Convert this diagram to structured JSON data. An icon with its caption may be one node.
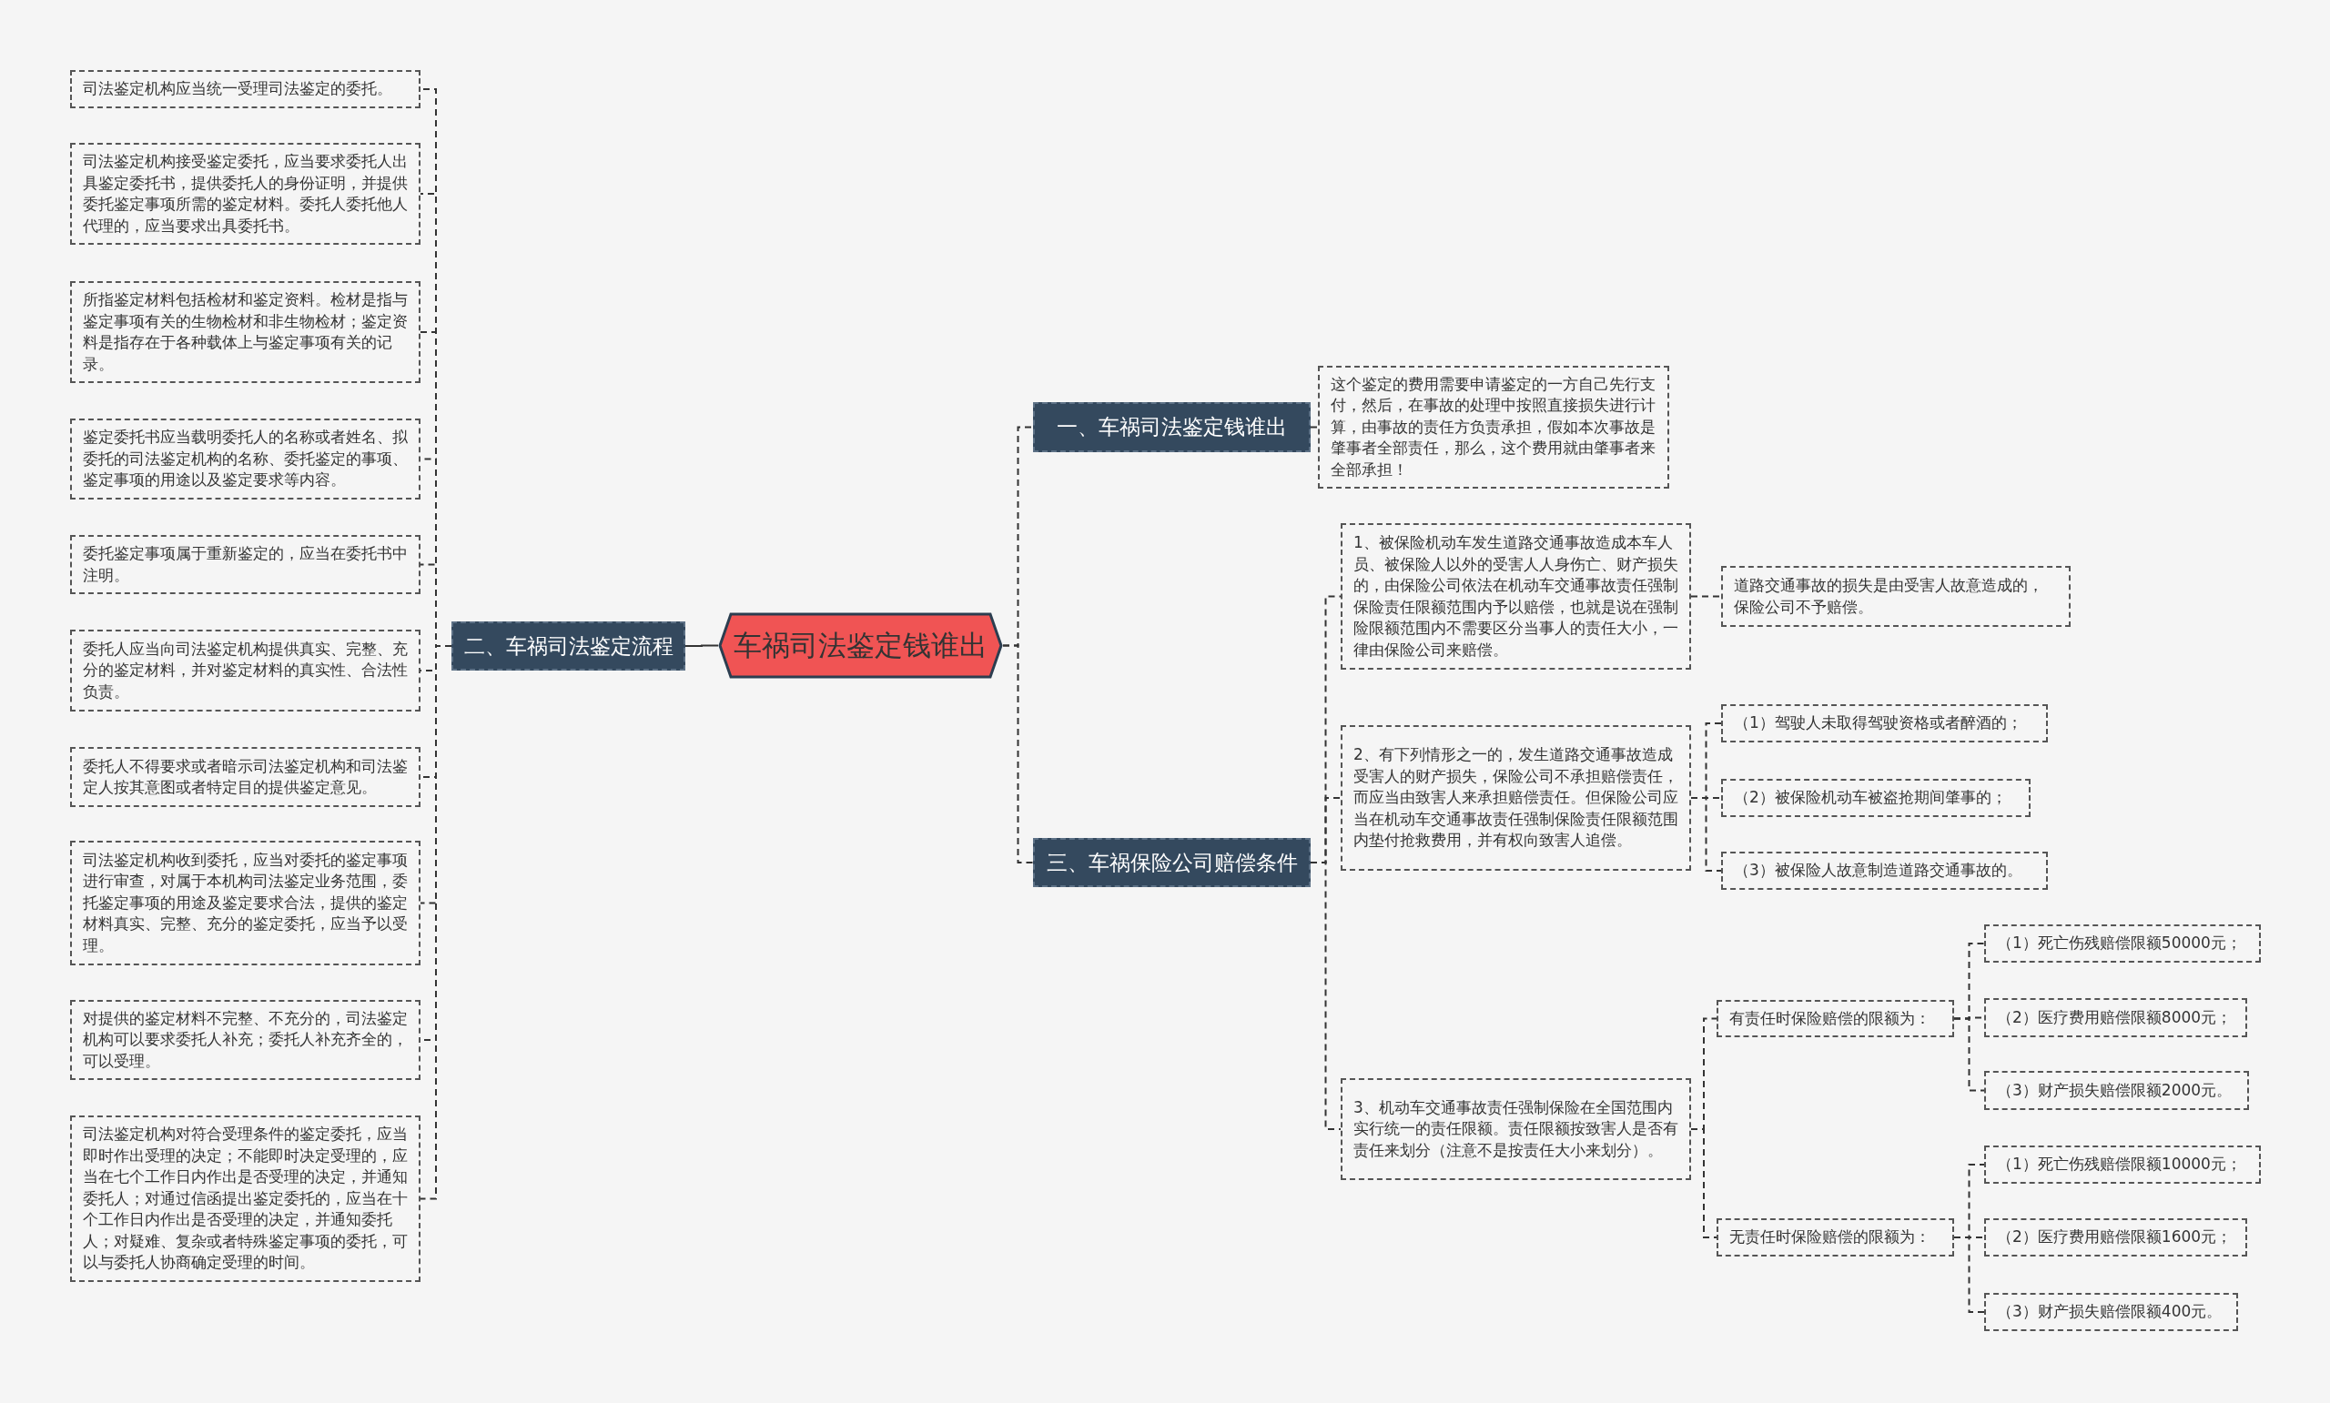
{
  "diagram": {
    "nodes": [
      {
        "text": [
          "车祸司法鉴定钱谁出"
        ]
      },
      {
        "text": [
          "一、车祸司法鉴定钱谁出"
        ]
      },
      {
        "text": [
          "二、车祸司法鉴定流程"
        ]
      },
      {
        "text": [
          "三、车祸保险公司赔偿条件"
        ]
      },
      {
        "text": [
          "这个鉴定的费用需要申请鉴定的一方自己先行支付，然后，在事故的处理中按照直接损失进行计算，由事故的责任方负责承担，假如本次事故是肇事者全部责任，那么，这个费用就由肇事者来全部承担！"
        ]
      },
      {
        "text": [
          "司法鉴定机构应当统一受理司法鉴定的委托。"
        ]
      },
      {
        "text": [
          "司法鉴定机构接受鉴定委托，应当要求委托人出具鉴定委托书，提供委托人的身份证明，并提供委托鉴定事项所需的鉴定材料。委托人委托他人代理的，应当要求出具委托书。"
        ]
      },
      {
        "text": [
          "所指鉴定材料包括检材和鉴定资料。检材是指与鉴定事项有关的生物检材和非生物检材；鉴定资料是指存在于各种载体上与鉴定事项有关的记录。"
        ]
      },
      {
        "text": [
          "鉴定委托书应当载明委托人的名称或者姓名、拟委托的司法鉴定机构的名称、委托鉴定的事项、鉴定事项的用途以及鉴定要求等内容。"
        ]
      },
      {
        "text": [
          "委托鉴定事项属于重新鉴定的，应当在委托书中注明。"
        ]
      },
      {
        "text": [
          "委托人应当向司法鉴定机构提供真实、完整、充分的鉴定材料，并对鉴定材料的真实性、合法性负责。"
        ]
      },
      {
        "text": [
          "委托人不得要求或者暗示司法鉴定机构和司法鉴定人按其意图或者特定目的提供鉴定意见。"
        ]
      },
      {
        "text": [
          "司法鉴定机构收到委托，应当对委托的鉴定事项进行审查，对属于本机构司法鉴定业务范围，委托鉴定事项的用途及鉴定要求合法，提供的鉴定材料真实、完整、充分的鉴定委托，应当予以受理。"
        ]
      },
      {
        "text": [
          "对提供的鉴定材料不完整、不充分的，司法鉴定机构可以要求委托人补充；委托人补充齐全的，可以受理。"
        ]
      },
      {
        "text": [
          "司法鉴定机构对符合受理条件的鉴定委托，应当即时作出受理的决定；不能即时决定受理的，应当在七个工作日内作出是否受理的决定，并通知委托人；对通过信函提出鉴定委托的，应当在十个工作日内作出是否受理的决定，并通知委托人；对疑难、复杂或者特殊鉴定事项的委托，可以与委托人协商确定受理的时间。"
        ]
      },
      {
        "text": [
          "1、被保险机动车发生道路交通事故造成本车人员、被保险人以外的受害人人身伤亡、财产损失的，由保险公司依法在机动车交通事故责任强制保险责任限额范围内予以赔偿，也就是说在强制险限额范围内不需要区分当事人的责任大小，一律由保险公司来赔偿。"
        ]
      },
      {
        "text": [
          "道路交通事故的损失是由受害人故意造成的，保险公司不予赔偿。"
        ]
      },
      {
        "text": [
          "2、有下列情形之一的，发生道路交通事故造成受害人的财产损失，保险公司不承担赔偿责任，而应当由致害人来承担赔偿责任。但保险公司应当在机动车交通事故责任强制保险责任限额范围内垫付抢救费用，并有权向致害人追偿。"
        ]
      },
      {
        "text": [
          "（1）驾驶人未取得驾驶资格或者醉酒的；"
        ]
      },
      {
        "text": [
          "（2）被保险机动车被盗抢期间肇事的；"
        ]
      },
      {
        "text": [
          "（3）被保险人故意制造道路交通事故的。"
        ]
      },
      {
        "text": [
          "3、机动车交通事故责任强制保险在全国范围内实行统一的责任限额。责任限额按致害人是否有责任来划分（注意不是按责任大小来划分）。"
        ]
      },
      {
        "text": [
          "有责任时保险赔偿的限额为："
        ]
      },
      {
        "text": [
          "（1）死亡伤残赔偿限额50000元；"
        ]
      },
      {
        "text": [
          "（2）医疗费用赔偿限额8000元；"
        ]
      },
      {
        "text": [
          "（3）财产损失赔偿限额2000元。"
        ]
      },
      {
        "text": [
          "无责任时保险赔偿的限额为："
        ]
      },
      {
        "text": [
          "（1）死亡伤残赔偿限额10000元；"
        ]
      },
      {
        "text": [
          "（2）医疗费用赔偿限额1600元；"
        ]
      },
      {
        "text": [
          "（3）财产损失赔偿限额400元。"
        ]
      }
    ],
    "edges": [
      {
        "from": 0,
        "to": 1,
        "arrow": "none",
        "style": "dashed"
      },
      {
        "from": 0,
        "to": 2,
        "arrow": "none"
      },
      {
        "from": 0,
        "to": 3,
        "arrow": "none",
        "style": "dashed"
      },
      {
        "from": 1,
        "to": 4,
        "arrow": "none",
        "style": "dashed"
      },
      {
        "from": 2,
        "to": 5,
        "arrow": "none",
        "style": "dashed"
      },
      {
        "from": 2,
        "to": 6,
        "arrow": "none",
        "style": "dashed"
      },
      {
        "from": 2,
        "to": 7,
        "arrow": "none",
        "style": "dashed"
      },
      {
        "from": 2,
        "to": 8,
        "arrow": "none",
        "style": "dashed"
      },
      {
        "from": 2,
        "to": 9,
        "arrow": "none",
        "style": "dashed"
      },
      {
        "from": 2,
        "to": 10,
        "arrow": "none",
        "style": "dashed"
      },
      {
        "from": 2,
        "to": 11,
        "arrow": "none",
        "style": "dashed"
      },
      {
        "from": 2,
        "to": 12,
        "arrow": "none",
        "style": "dashed"
      },
      {
        "from": 2,
        "to": 13,
        "arrow": "none",
        "style": "dashed"
      },
      {
        "from": 2,
        "to": 14,
        "arrow": "none",
        "style": "dashed"
      },
      {
        "from": 3,
        "to": 15,
        "arrow": "none",
        "style": "dashed"
      },
      {
        "from": 3,
        "to": 17,
        "arrow": "none",
        "style": "dashed"
      },
      {
        "from": 3,
        "to": 21,
        "arrow": "none",
        "style": "dashed"
      },
      {
        "from": 15,
        "to": 16,
        "arrow": "none",
        "style": "dashed"
      },
      {
        "from": 17,
        "to": 18,
        "arrow": "none",
        "style": "dashed"
      },
      {
        "from": 17,
        "to": 19,
        "arrow": "none",
        "style": "dashed"
      },
      {
        "from": 17,
        "to": 20,
        "arrow": "none",
        "style": "dashed"
      },
      {
        "from": 21,
        "to": 22,
        "arrow": "none",
        "style": "dashed"
      },
      {
        "from": 21,
        "to": 26,
        "arrow": "none",
        "style": "dashed"
      },
      {
        "from": 22,
        "to": 23,
        "arrow": "none",
        "style": "dashed"
      },
      {
        "from": 22,
        "to": 24,
        "arrow": "none",
        "style": "dashed"
      },
      {
        "from": 22,
        "to": 25,
        "arrow": "none",
        "style": "dashed"
      },
      {
        "from": 26,
        "to": 27,
        "arrow": "none",
        "style": "dashed"
      },
      {
        "from": 26,
        "to": 28,
        "arrow": "none",
        "style": "dashed"
      },
      {
        "from": 26,
        "to": 29,
        "arrow": "none",
        "style": "dashed"
      }
    ]
  }
}
